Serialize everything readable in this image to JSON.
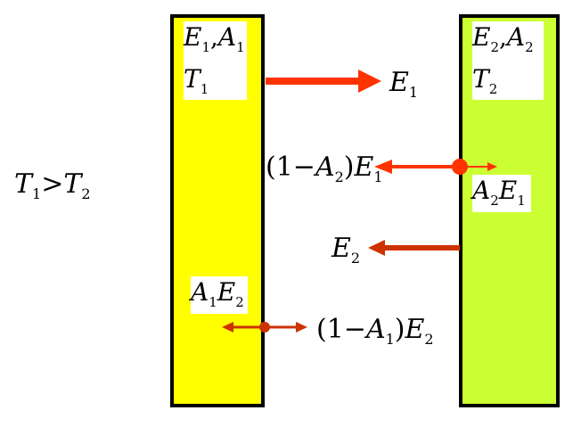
{
  "condition": {
    "t1": "T",
    "t1_sub": "1",
    "op": ">",
    "t2": "T",
    "t2_sub": "2"
  },
  "plate1": {
    "fill": "#FFFF00",
    "label_row1": {
      "e": "E",
      "e_sub": "1",
      "sep": ",",
      "a": "A",
      "a_sub": "1"
    },
    "label_row2": {
      "t": "T",
      "t_sub": "1"
    }
  },
  "plate2": {
    "fill": "#CCFF33",
    "label_row1": {
      "e": "E",
      "e_sub": "2",
      "sep": ",",
      "a": "A",
      "a_sub": "2"
    },
    "label_row2": {
      "t": "T",
      "t_sub": "2"
    }
  },
  "arrows": {
    "emitted1": {
      "sym": "E",
      "sub": "1",
      "color": "#FF3300"
    },
    "reflected1": {
      "open": "(1−",
      "a": "A",
      "a_sub": "2",
      "close": ")",
      "e": "E",
      "e_sub": "1",
      "color": "#FF3300"
    },
    "absorbed1": {
      "a": "A",
      "a_sub": "2",
      "e": "E",
      "e_sub": "1"
    },
    "emitted2": {
      "sym": "E",
      "sub": "2",
      "color": "#CC3300"
    },
    "absorbed2": {
      "a": "A",
      "a_sub": "1",
      "e": "E",
      "e_sub": "2"
    },
    "reflected2": {
      "open": "(1−",
      "a": "A",
      "a_sub": "1",
      "close": ")",
      "e": "E",
      "e_sub": "2",
      "color": "#CC3300"
    }
  }
}
